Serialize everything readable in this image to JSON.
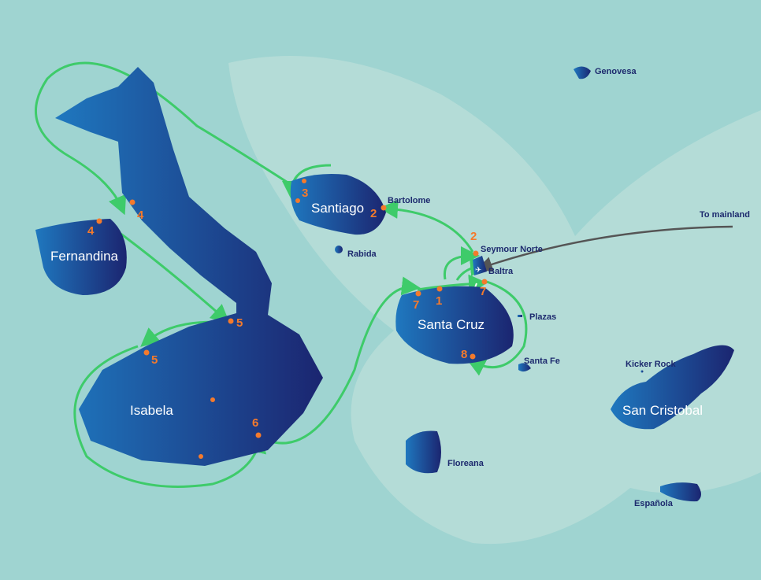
{
  "colors": {
    "sea": "#9fd4d1",
    "island_light": "#1f78bf",
    "island_dark": "#1b2570",
    "route": "#3ecb6a",
    "site": "#f47a2c",
    "mainland_arrow": "#555555"
  },
  "islands": {
    "isabela": "Isabela",
    "fernandina": "Fernandina",
    "santiago": "Santiago",
    "santa_cruz": "Santa Cruz",
    "san_cristobal": "San Cristobal",
    "floreana": "Floreana",
    "espanola": "Española",
    "genovesa": "Genovesa",
    "rabida": "Rabida",
    "bartolome": "Bartolome",
    "seymour_norte": "Seymour Norte",
    "baltra": "Baltra",
    "plazas": "Plazas",
    "santa_fe": "Santa Fe",
    "kicker_rock": "Kicker Rock"
  },
  "sites": {
    "s1": "1",
    "s2a": "2",
    "s2b": "2",
    "s3": "3",
    "s4a": "4",
    "s4b": "4",
    "s5a": "5",
    "s5b": "5",
    "s6": "6",
    "s7a": "7",
    "s7b": "7",
    "s8": "8"
  },
  "mainland": {
    "label": "To mainland"
  },
  "airport_icon": "airplane-icon"
}
